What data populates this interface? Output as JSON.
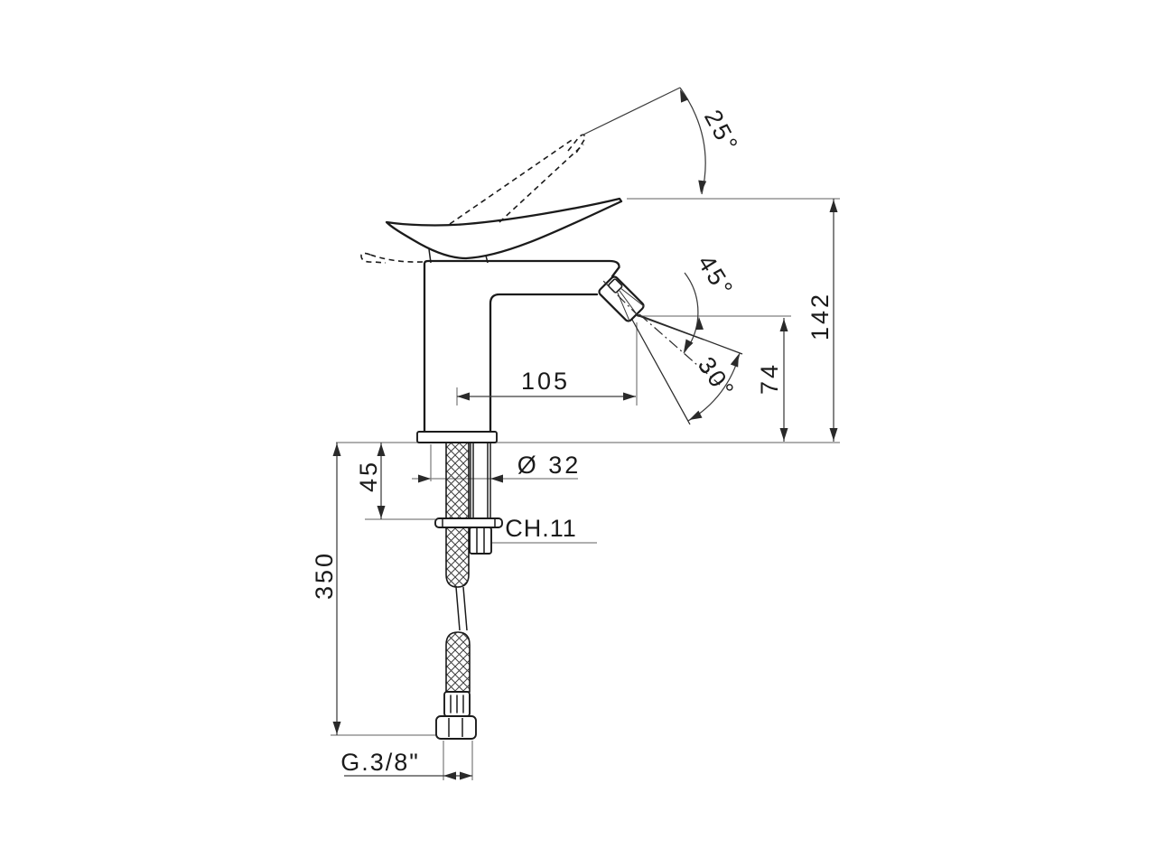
{
  "drawing": {
    "type": "technical-dimension-drawing",
    "view": "side-view"
  },
  "colors": {
    "background": "#ffffff",
    "outline": "#1b1b1b",
    "dimension_lines": "#3c3c3c",
    "reference_lines": "#7f7f7f",
    "text": "#1a1a1a"
  },
  "dimensions": {
    "handle_opening_angle": "25°",
    "spray_direction_angle": "45°",
    "spray_cone_angle": "30°",
    "spout_projection": "105",
    "outlet_height": "74",
    "overall_height": "142",
    "max_deck_thickness": "45",
    "hose_length": "350",
    "body_diameter": "Ø 32",
    "nut_wrench_size": "CH.11",
    "supply_thread": "G.3/8\""
  }
}
